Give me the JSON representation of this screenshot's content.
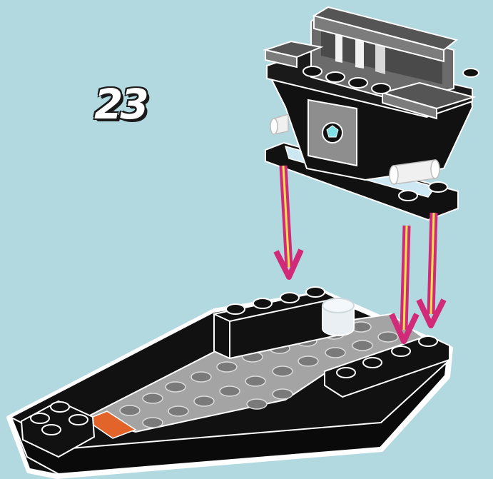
{
  "step": {
    "number": "23"
  },
  "colors": {
    "background": "#b2d8e0",
    "brick_black": "#111111",
    "plate_gray": "#9a9a9a",
    "stud_gray": "#7e7e7e",
    "trans_clear": "#dfe9ee",
    "trans_light_blue": "#cde8f3",
    "arrow_magenta": "#d02a78",
    "arrow_yellow": "#f3e24a",
    "accent_orange": "#e2642a",
    "cyan_gem": "#7fe0e6"
  },
  "icons": [
    "down-arrow-icon",
    "lego-boat-hull",
    "lego-cabin-assembly"
  ]
}
